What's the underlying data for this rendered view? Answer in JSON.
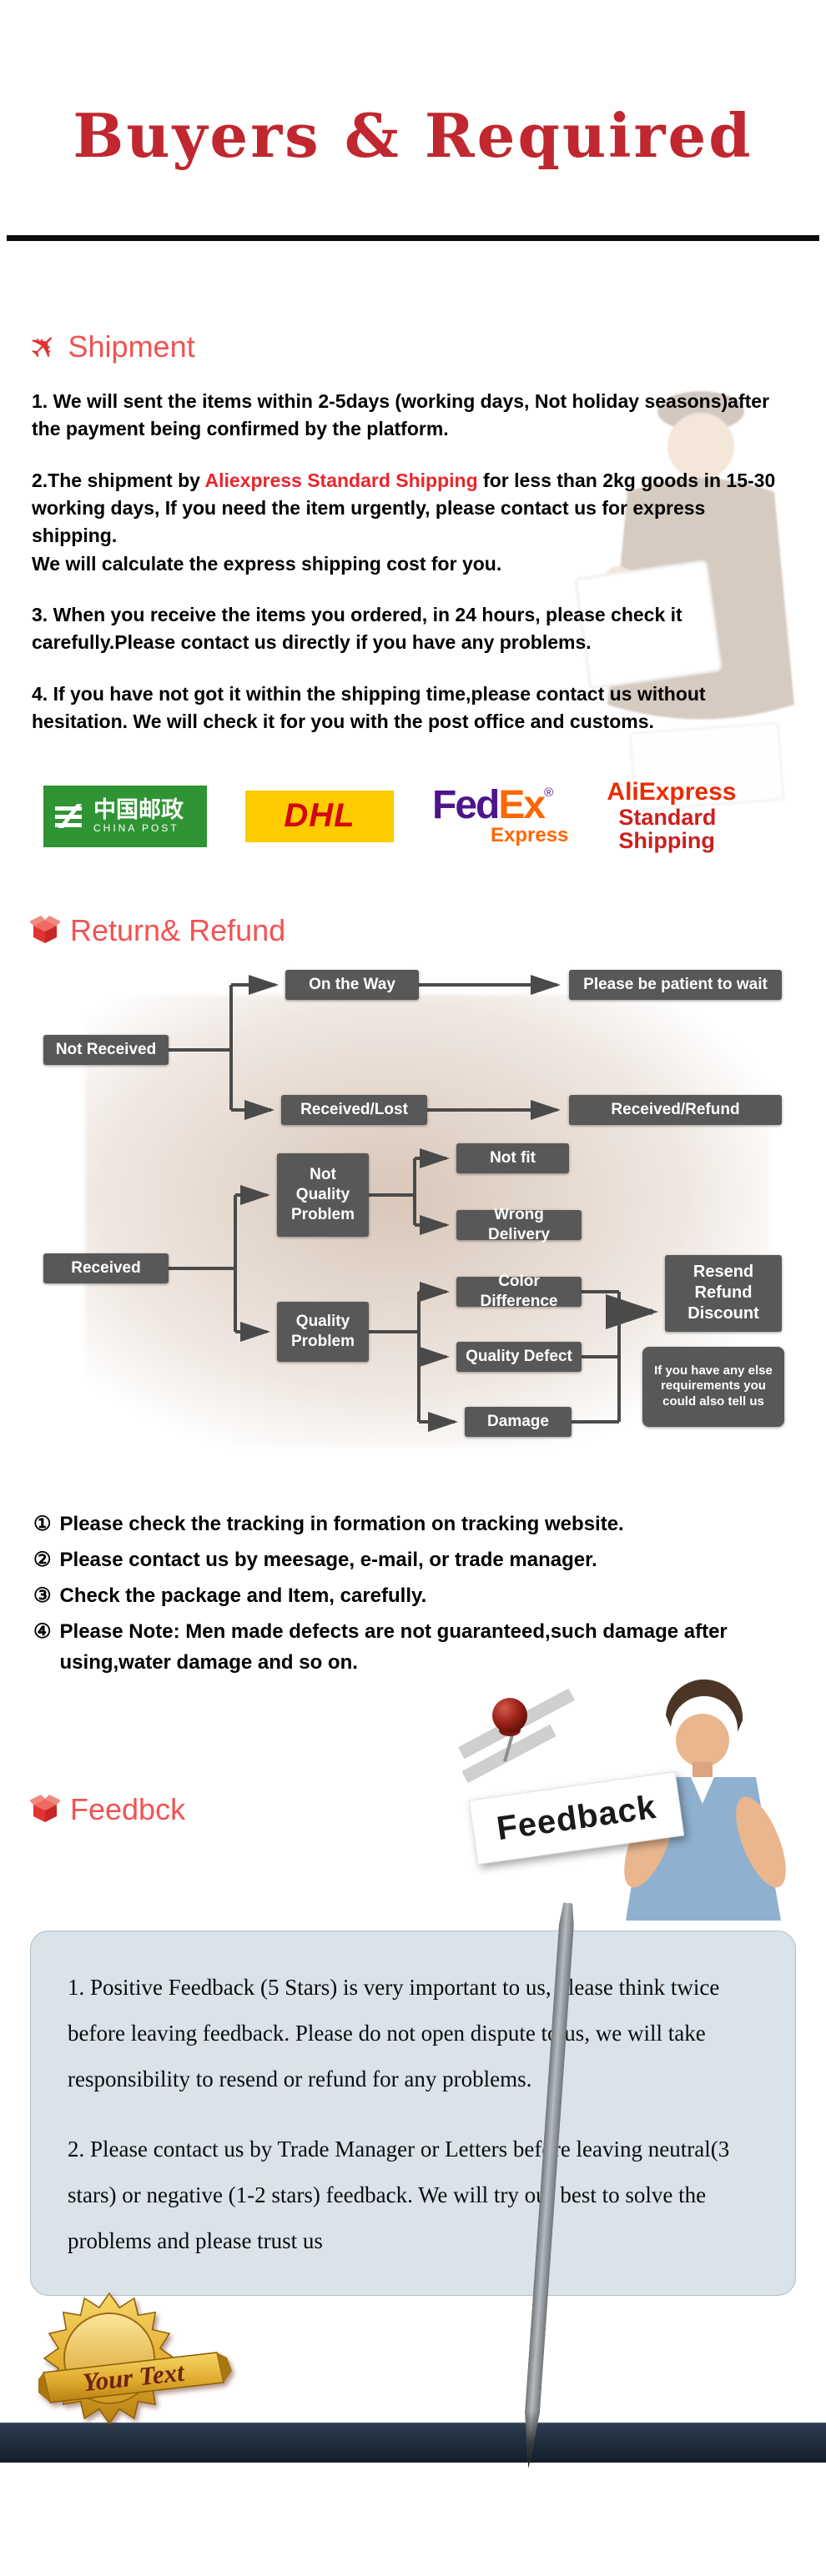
{
  "title": "Buyers & Required",
  "shipment": {
    "heading": "Shipment",
    "paragraphs": {
      "p1": "1. We will sent the items within 2-5days (working days, Not holiday seasons)after the payment being confirmed by the platform.",
      "p2_pre": "2.The shipment by ",
      "p2_red": "Aliexpress Standard Shipping",
      "p2_post": " for less than  2kg goods in 15-30 working days, If  you need the item urgently, please contact us for express shipping.",
      "p2_line2": "We will calculate the express shipping cost for you.",
      "p3": "3. When you receive the items you ordered, in 24 hours, please check  it carefully.Please contact us directly if you have any problems.",
      "p4": "4. If you have not got it within the shipping time,please contact us without hesitation. We will check it for you with the post office and customs."
    },
    "logos": {
      "china_post_cn": "中国邮政",
      "china_post_en": "CHINA POST",
      "dhl": "DHL",
      "fedex_fed": "Fed",
      "fedex_ex": "Ex",
      "fedex_reg": "®",
      "fedex_sub": "Express",
      "aliexpress_brand": "AliExpress",
      "aliexpress_line1": "Standard",
      "aliexpress_line2": "Shipping"
    }
  },
  "refund": {
    "heading": "Return& Refund",
    "flow": {
      "not_received": "Not Received",
      "on_the_way": "On the Way",
      "be_patient": "Please be patient to wait",
      "received_lost": "Received/Lost",
      "received_refund": "Received/Refund",
      "received": "Received",
      "not_quality": "Not\nQuality\nProblem",
      "quality": "Quality\nProblem",
      "not_fit": "Not fit",
      "wrong_delivery": "Wrong Delivery",
      "color_difference": "Color Difference",
      "quality_defect": "Quality Defect",
      "damage": "Damage",
      "resend": "Resend\nRefund\nDiscount",
      "note": "If you have any else requirements you could also tell us"
    },
    "notes": [
      {
        "bullet": "①",
        "text": "Please check the tracking in formation on tracking website."
      },
      {
        "bullet": "②",
        "text": "Please contact us by meesage, e-mail, or trade manager."
      },
      {
        "bullet": "③",
        "text": "Check the package and Item, carefully."
      },
      {
        "bullet": "④",
        "text": "Please Note: Men made defects  are not guaranteed,such damage after using,water damage and so on."
      }
    ]
  },
  "feedback": {
    "heading": "Feedbck",
    "sign": "Feedback",
    "p1": "1. Positive Feedback (5 Stars) is very important to us, please think twice before leaving feedback. Please do not open dispute to us,   we will take responsibility to resend or refund for any problems.",
    "p2": "2. Please contact us by Trade Manager or Letters before leaving neutral(3 stars) or negative (1-2 stars) feedback. We will try our best to solve the problems and please trust us",
    "ribbon": "Your Text"
  },
  "colors": {
    "title_red": "#c0272f",
    "section_red": "#f25252",
    "flow_gray": "#585858",
    "box_blue": "#d9e3e9"
  }
}
